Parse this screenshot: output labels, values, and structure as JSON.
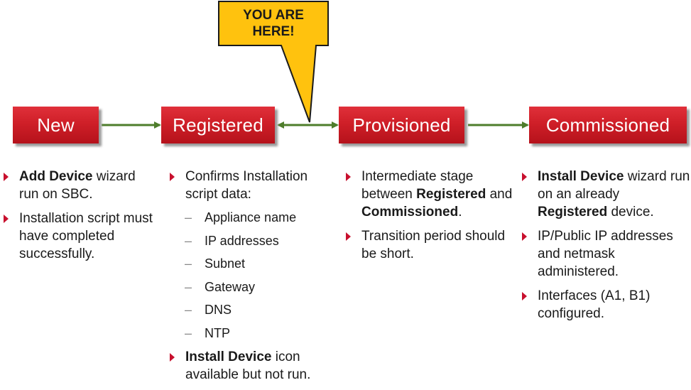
{
  "callout": {
    "line1": "YOU ARE",
    "line2": "HERE!"
  },
  "stages": [
    {
      "label": "New"
    },
    {
      "label": "Registered"
    },
    {
      "label": "Provisioned"
    },
    {
      "label": "Commissioned"
    }
  ],
  "columns": {
    "new": {
      "b1_bold": "Add Device",
      "b1_text": " wizard run on SBC.",
      "b2_text": "Installation script must have completed successfully."
    },
    "registered": {
      "b1_text": "Confirms Installation script data:",
      "subitems": [
        "Appliance name",
        "IP addresses",
        "Subnet",
        "Gateway",
        "DNS",
        "NTP"
      ],
      "b2_bold": "Install Device",
      "b2_text": " icon available but not run."
    },
    "provisioned": {
      "b1_t1": "Intermediate stage between ",
      "b1_bold1": "Registered",
      "b1_t2": " and ",
      "b1_bold2": "Commissioned",
      "b1_t3": ".",
      "b2_text": "Transition period should be short."
    },
    "commissioned": {
      "b1_bold1": "Install Device",
      "b1_t1": " wizard run on an already ",
      "b1_bold2": "Registered",
      "b1_t2": " device.",
      "b2_text": "IP/Public IP addresses and netmask administered.",
      "b3_text": "Interfaces (A1, B1) configured."
    }
  },
  "colors": {
    "stage_red": "#cf1f28",
    "arrow_green": "#4e7d2b",
    "callout_yellow": "#ffc20e",
    "bullet_red": "#c8102e"
  }
}
